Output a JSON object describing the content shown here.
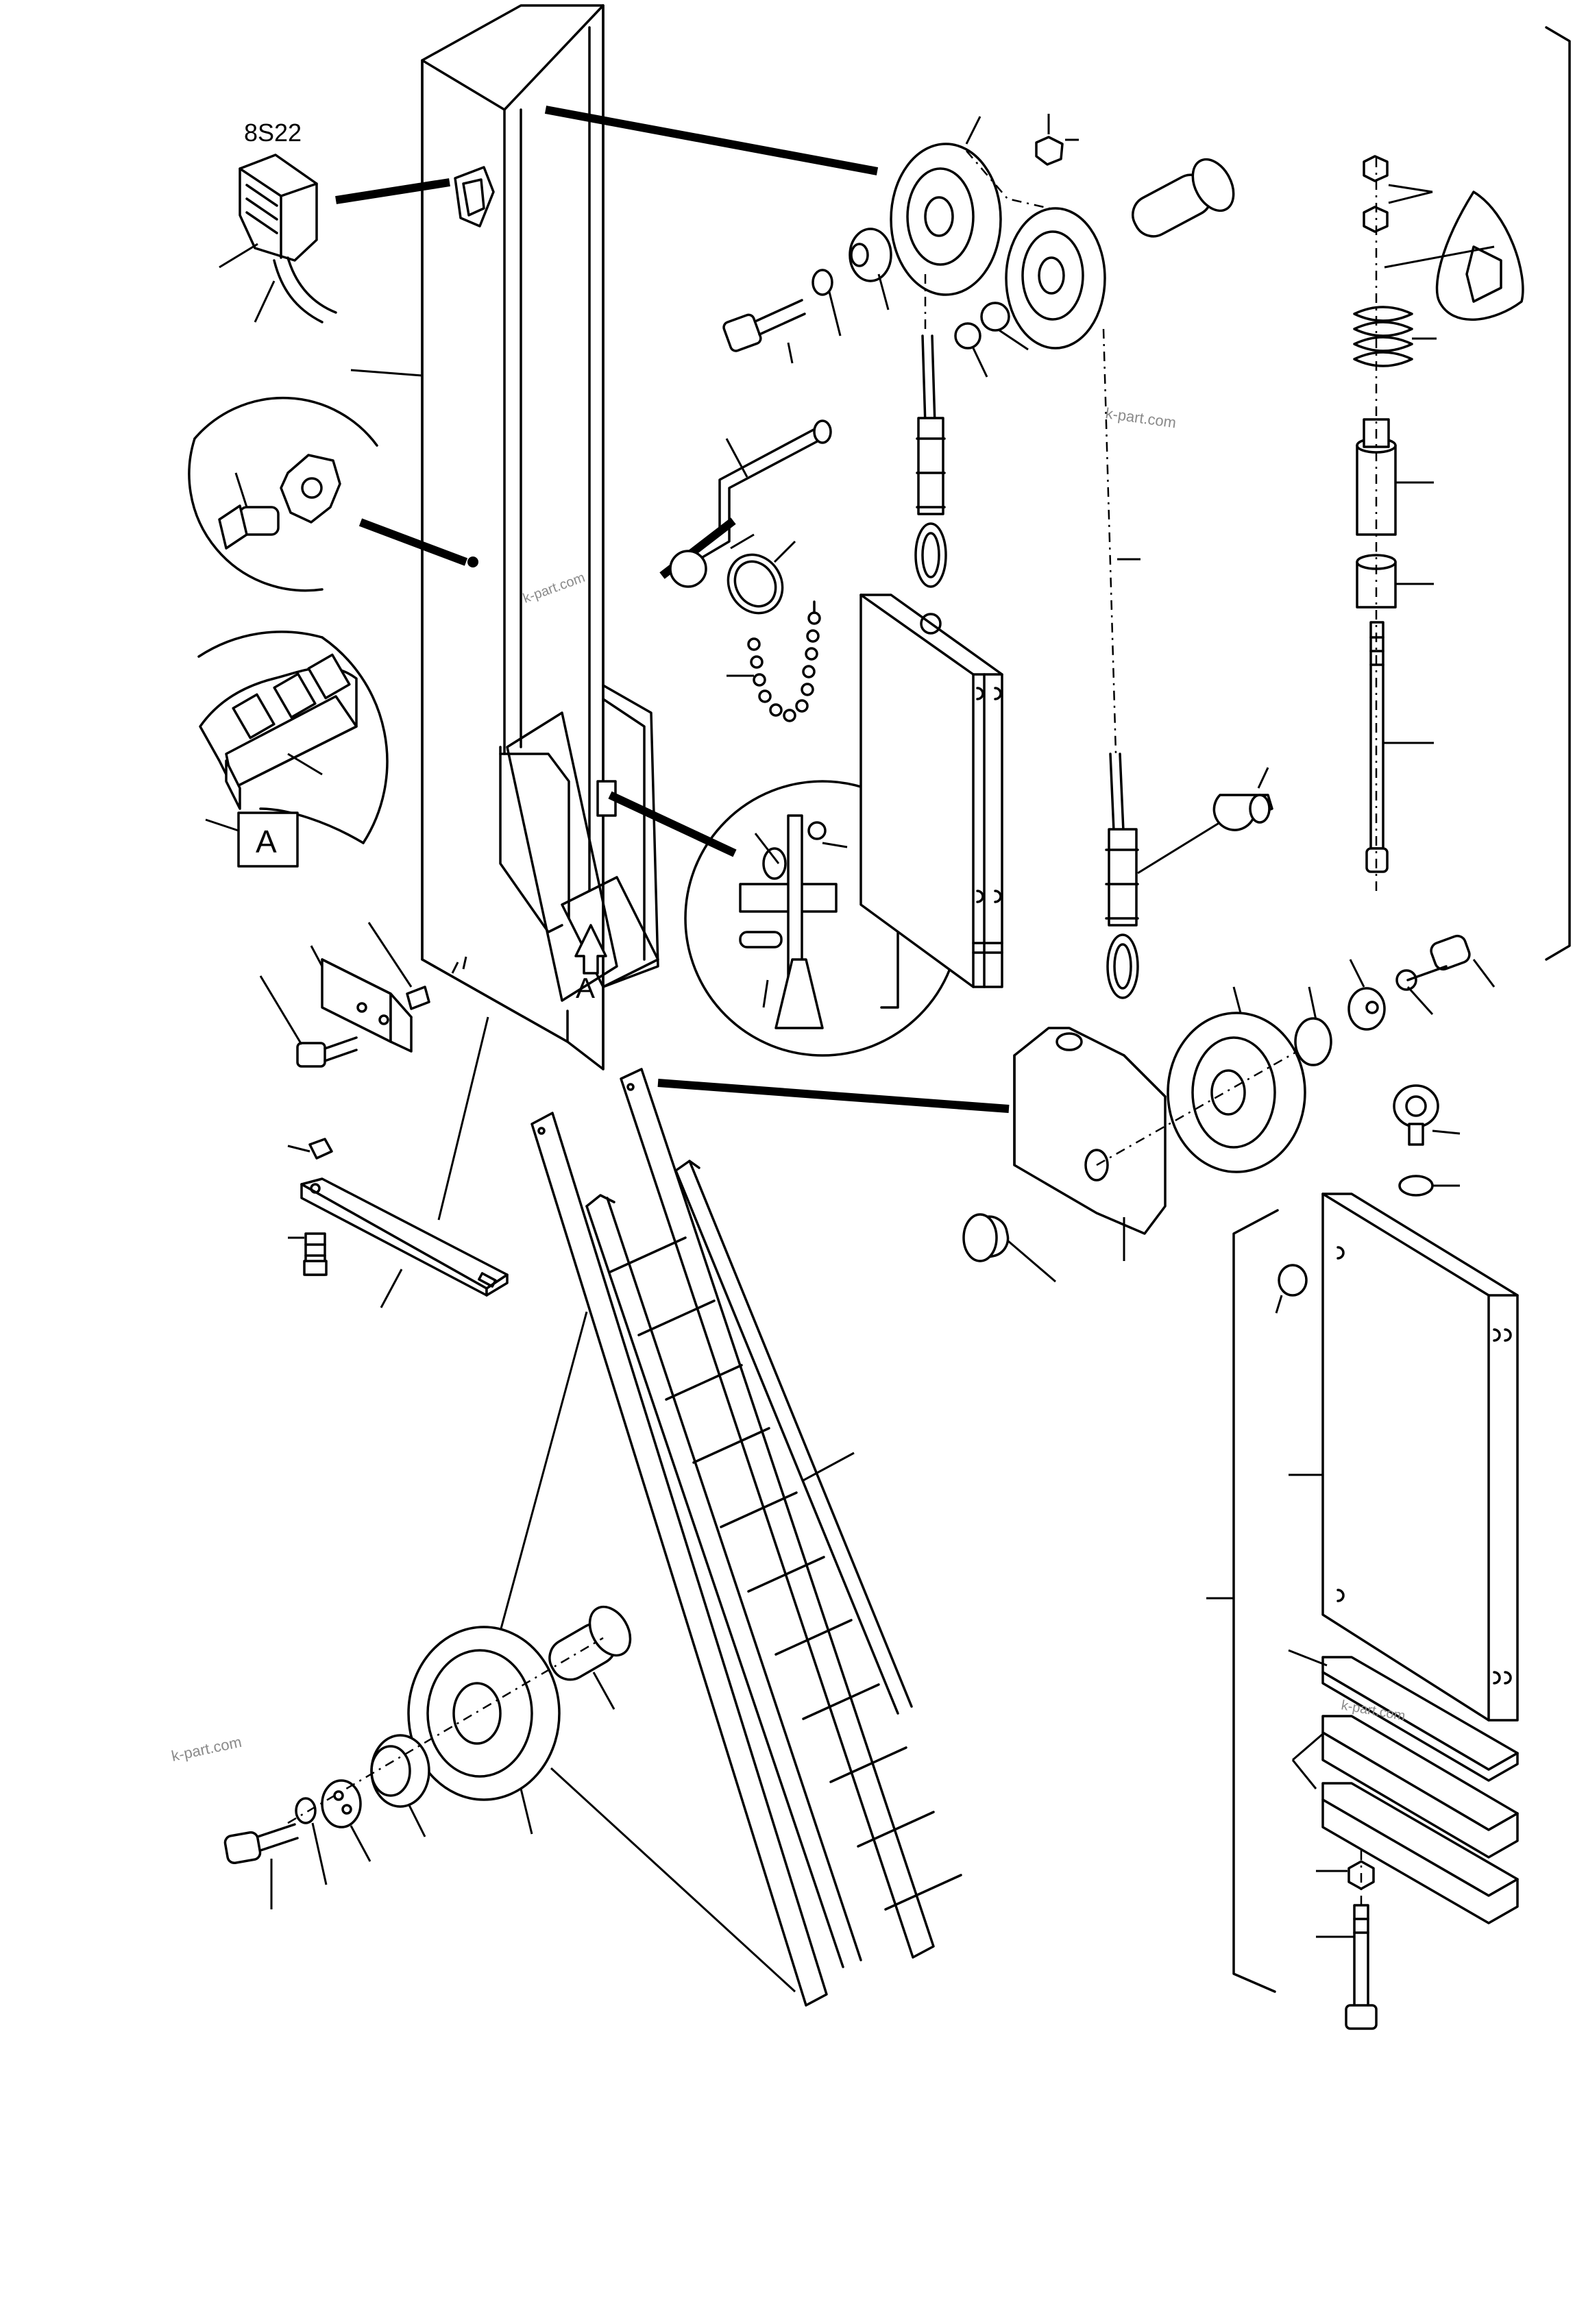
{
  "diagram": {
    "labels": {
      "switch_code": "8S22",
      "detail_marker": "A",
      "view_arrow_label": "A"
    },
    "watermark": "k-part.com"
  }
}
